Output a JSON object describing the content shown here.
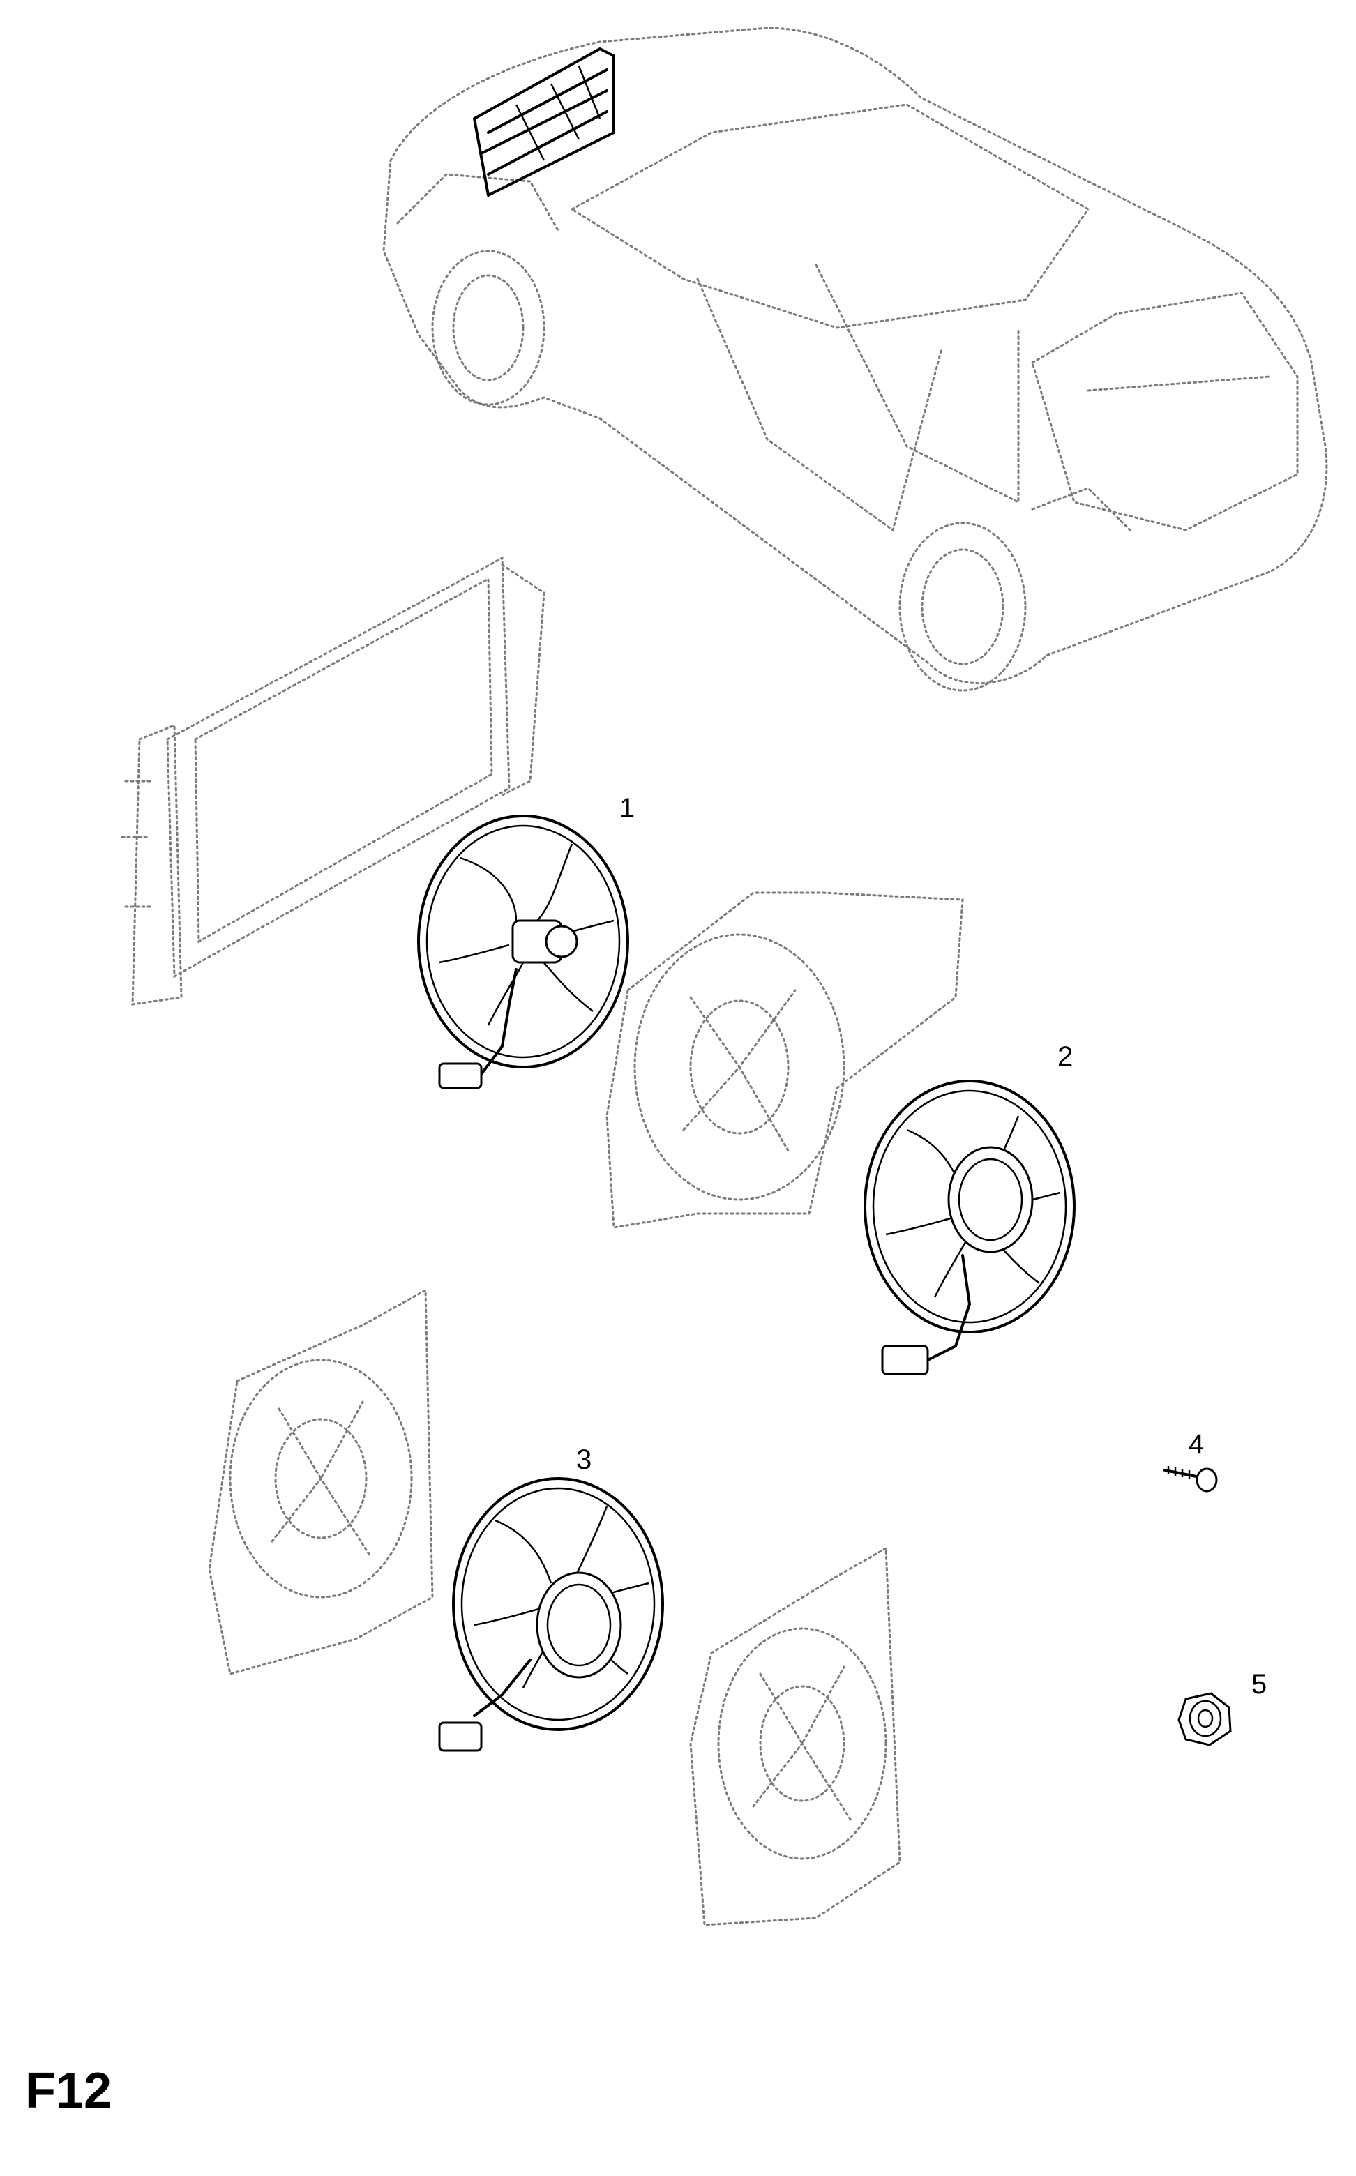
{
  "figure": {
    "code": "F12"
  },
  "callouts": [
    {
      "number": "1",
      "part": "fan-motor-assembly"
    },
    {
      "number": "2",
      "part": "fan-motor-assembly"
    },
    {
      "number": "3",
      "part": "fan-motor-assembly"
    },
    {
      "number": "4",
      "part": "bolt"
    },
    {
      "number": "5",
      "part": "nut"
    }
  ],
  "colors": {
    "line": "#000000",
    "ghost_line": "#7a7a7a",
    "background": "#ffffff"
  }
}
